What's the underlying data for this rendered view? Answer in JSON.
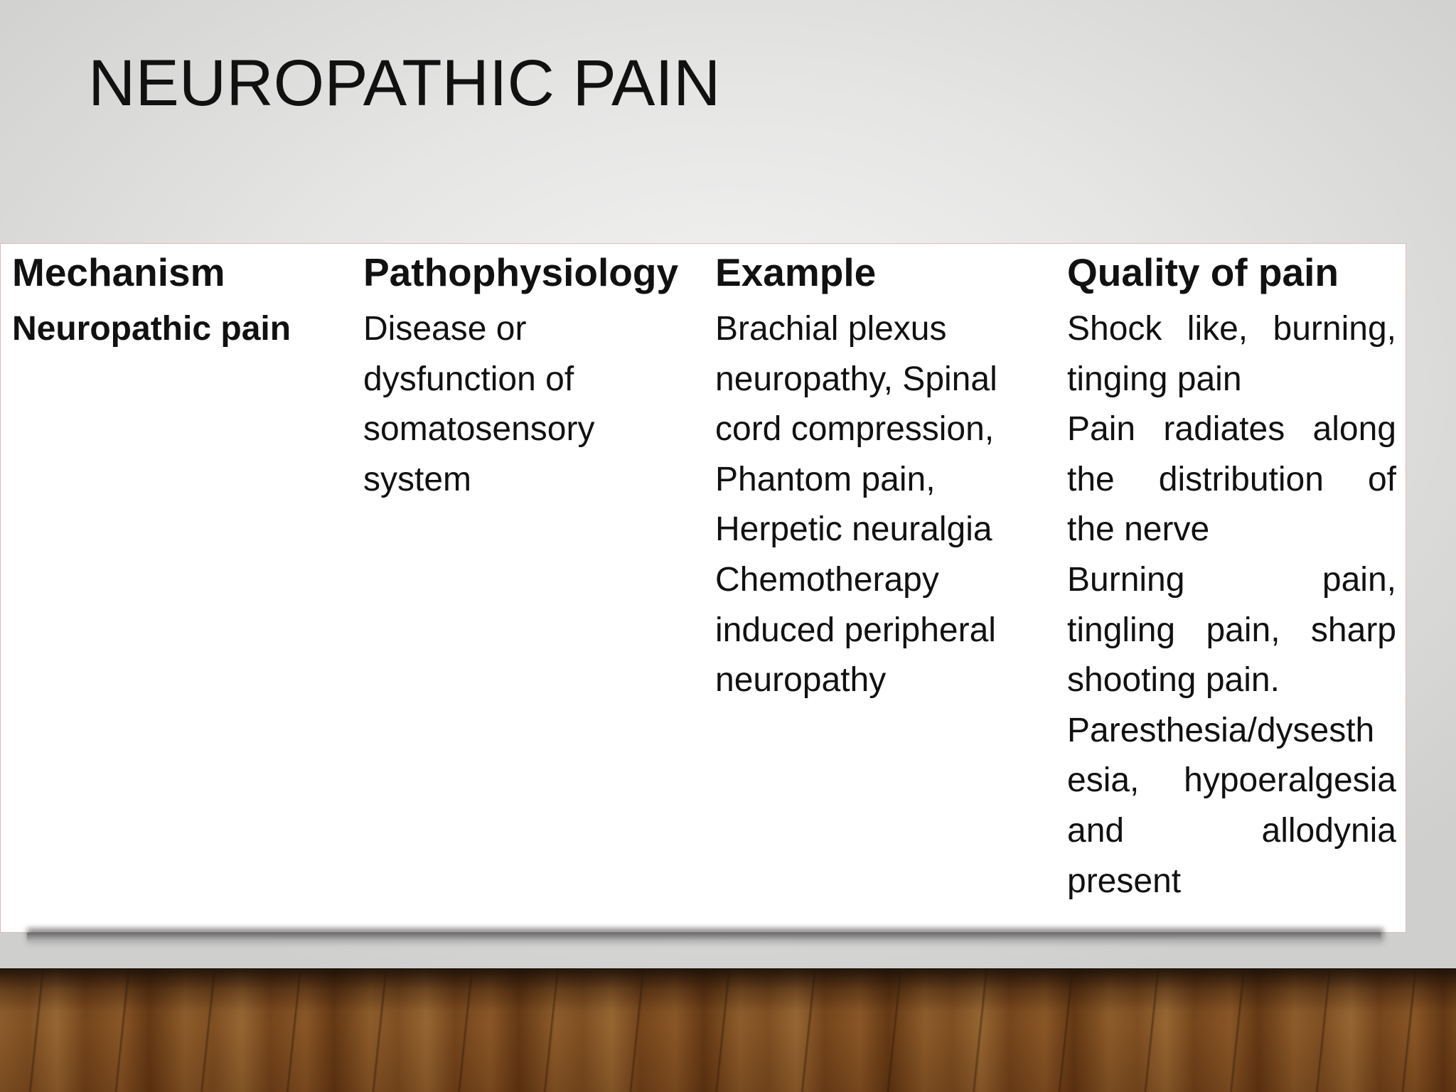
{
  "slide": {
    "title": "NEUROPATHIC PAIN"
  },
  "table": {
    "headers": [
      "Mechanism",
      "Pathophysiology",
      "Example",
      "Quality of pain"
    ],
    "row": {
      "mechanism": "Neuropathic pain",
      "pathophysiology_lines": [
        "Disease or",
        "dysfunction of",
        "somatosensory",
        "system"
      ],
      "example_lines": [
        "Brachial plexus",
        "neuropathy, Spinal",
        "cord compression,",
        "Phantom pain,",
        "Herpetic neuralgia",
        "Chemotherapy",
        "induced peripheral",
        "neuropathy"
      ],
      "quality_lines": [
        [
          "Shock",
          "like,",
          "burning,"
        ],
        [
          "tinging pain"
        ],
        [
          "Pain",
          "radiates",
          "along"
        ],
        [
          "the",
          "distribution",
          "of"
        ],
        [
          "the nerve"
        ],
        [
          "Burning",
          "pain,"
        ],
        [
          "tingling",
          "pain,",
          "sharp"
        ],
        [
          "shooting pain."
        ],
        [
          "Paresthesia/dysesth"
        ],
        [
          "esia,",
          "hypoeralgesia"
        ],
        [
          "and",
          "allodynia"
        ],
        [
          "present"
        ]
      ]
    }
  }
}
